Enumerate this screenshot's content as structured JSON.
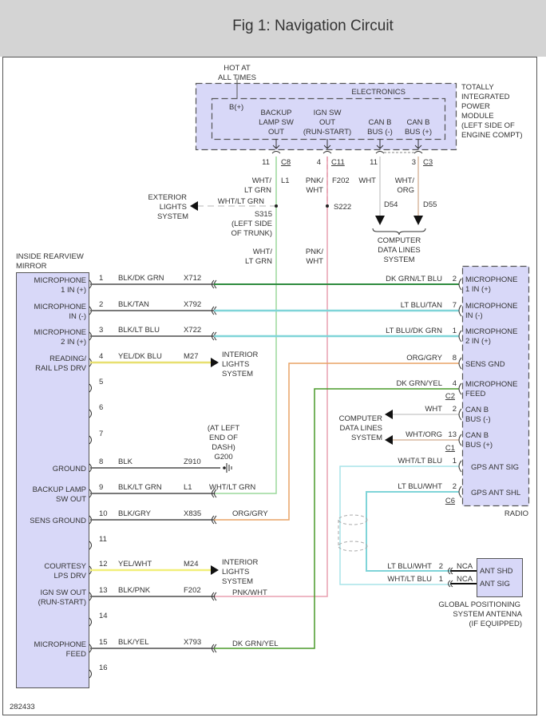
{
  "header": {
    "title": "Fig 1: Navigation Circuit"
  },
  "figure_id": "282433",
  "tipm": {
    "label_lines": [
      "TOTALLY",
      "INTEGRATED",
      "POWER",
      "MODULE",
      "(LEFT SIDE OF",
      "ENGINE COMPT)"
    ],
    "inner_label": "ELECTRONICS",
    "hot_label": [
      "HOT AT",
      "ALL TIMES"
    ],
    "pins": {
      "bplus": "B(+)",
      "backup": [
        "BACKUP",
        "LAMP SW",
        "OUT"
      ],
      "ign": [
        "IGN SW",
        "OUT",
        "(RUN-START)"
      ],
      "canb_minus": [
        "CAN B",
        "BUS (-)"
      ],
      "canb_plus": [
        "CAN B",
        "BUS (+)"
      ]
    },
    "connectors": {
      "c8_pin": "11",
      "c8": "C8",
      "c11_pin": "4",
      "c11": "C11",
      "c3_pin_a": "11",
      "c3_pin_b": "3",
      "c3": "C3"
    }
  },
  "upper_wires": {
    "l1_color": [
      "WHT/",
      "LT GRN"
    ],
    "l1_circuit": "L1",
    "f202_color": [
      "PNK/",
      "WHT"
    ],
    "f202_circuit": "F202",
    "d54_color": "WHT",
    "d54_circuit": "D54",
    "d55_color": [
      "WHT/",
      "ORG"
    ],
    "d55_circuit": "D55",
    "exterior_lights": [
      "EXTERIOR",
      "LIGHTS",
      "SYSTEM"
    ],
    "exterior_wire": "WHT/LT GRN",
    "s315": [
      "S315",
      "(LEFT SIDE",
      "OF TRUNK)"
    ],
    "s222": "S222",
    "computer_data_lines": [
      "COMPUTER",
      "DATA LINES",
      "SYSTEM"
    ],
    "l1_lower_color": [
      "WHT/",
      "LT GRN"
    ],
    "f202_lower_color": [
      "PNK/",
      "WHT"
    ]
  },
  "mirror": {
    "title": [
      "INSIDE REARVIEW",
      "MIRROR"
    ],
    "pins": [
      {
        "num": "1",
        "label": [
          "MICROPHONE",
          "1 IN (+)"
        ],
        "wire": "BLK/DK GRN",
        "circuit": "X712"
      },
      {
        "num": "2",
        "label": [
          "MICROPHONE",
          "IN (-)"
        ],
        "wire": "BLK/TAN",
        "circuit": "X792"
      },
      {
        "num": "3",
        "label": [
          "MICROPHONE",
          "2 IN (+)"
        ],
        "wire": "BLK/LT BLU",
        "circuit": "X722"
      },
      {
        "num": "4",
        "label": [
          "READING/",
          "RAIL LPS DRV"
        ],
        "wire": "YEL/DK BLU",
        "circuit": "M27"
      },
      {
        "num": "5",
        "label": [],
        "wire": "",
        "circuit": ""
      },
      {
        "num": "6",
        "label": [],
        "wire": "",
        "circuit": ""
      },
      {
        "num": "7",
        "label": [],
        "wire": "",
        "circuit": ""
      },
      {
        "num": "8",
        "label": [
          "GROUND"
        ],
        "wire": "BLK",
        "circuit": "Z910"
      },
      {
        "num": "9",
        "label": [
          "BACKUP LAMP",
          "SW OUT"
        ],
        "wire": "BLK/LT GRN",
        "circuit": "L1"
      },
      {
        "num": "10",
        "label": [
          "SENS GROUND"
        ],
        "wire": "BLK/GRY",
        "circuit": "X835"
      },
      {
        "num": "11",
        "label": [],
        "wire": "",
        "circuit": ""
      },
      {
        "num": "12",
        "label": [
          "COURTESY",
          "LPS DRV"
        ],
        "wire": "YEL/WHT",
        "circuit": "M24"
      },
      {
        "num": "13",
        "label": [
          "IGN SW OUT",
          "(RUN-START)"
        ],
        "wire": "BLK/PNK",
        "circuit": "F202"
      },
      {
        "num": "14",
        "label": [],
        "wire": "",
        "circuit": ""
      },
      {
        "num": "15",
        "label": [
          "MICROPHONE",
          "FEED"
        ],
        "wire": "BLK/YEL",
        "circuit": "X793"
      },
      {
        "num": "16",
        "label": [],
        "wire": "",
        "circuit": ""
      }
    ]
  },
  "mirror_side": {
    "interior_lights_1": [
      "INTERIOR",
      "LIGHTS",
      "SYSTEM"
    ],
    "interior_lights_2": [
      "INTERIOR",
      "LIGHTS",
      "SYSTEM"
    ],
    "ground_location": [
      "(AT LEFT",
      "END OF",
      "DASH)",
      "G200"
    ],
    "pin9_far_wire": "WHT/LT GRN",
    "pin10_far_wire": "ORG/GRY",
    "pin13_far_wire": "PNK/WHT",
    "pin15_far_wire": "DK GRN/YEL"
  },
  "radio": {
    "title": "RADIO",
    "pins": [
      {
        "num": "2",
        "label": [
          "MICROPHONE",
          "1 IN (+)"
        ],
        "wire": "DK GRN/LT BLU"
      },
      {
        "num": "7",
        "label": [
          "MICROPHONE",
          "IN (-)"
        ],
        "wire": "LT BLU/TAN"
      },
      {
        "num": "1",
        "label": [
          "MICROPHONE",
          "2 IN (+)"
        ],
        "wire": "LT BLU/DK GRN"
      },
      {
        "num": "8",
        "label": [
          "SENS GND"
        ],
        "wire": "ORG/GRY"
      },
      {
        "num": "4",
        "label": [
          "MICROPHONE",
          "FEED"
        ],
        "wire": "DK GRN/YEL"
      },
      {
        "num": "2",
        "label": [
          "CAN B",
          "BUS (-)"
        ],
        "wire": "WHT"
      },
      {
        "num": "13",
        "label": [
          "CAN B",
          "BUS (+)"
        ],
        "wire": "WHT/ORG"
      },
      {
        "num": "1",
        "label": [
          "GPS ANT SIG"
        ],
        "wire": "WHT/LT BLU"
      },
      {
        "num": "2",
        "label": [
          "GPS ANT SHL"
        ],
        "wire": "LT BLU/WHT"
      }
    ],
    "connectors": {
      "c2": "C2",
      "c1": "C1",
      "c6": "C6"
    },
    "computer_data_lines": [
      "COMPUTER",
      "DATA LINES",
      "SYSTEM"
    ]
  },
  "gps": {
    "title": [
      "GLOBAL POSITIONING",
      "SYSTEM ANTENNA",
      "(IF EQUIPPED)"
    ],
    "pins": [
      {
        "num": "2",
        "label": "ANT SHD",
        "wire": "LT BLU/WHT",
        "conn": "NCA"
      },
      {
        "num": "1",
        "label": "ANT SIG",
        "wire": "WHT/LT BLU",
        "conn": "NCA"
      }
    ]
  },
  "colors": {
    "module_fill": "#d8d8f8",
    "module_border": "#555555",
    "wire_gray": "#666666",
    "wire_dk_grn": "#2e8b3e",
    "wire_lt_blu": "#7fd4d8",
    "wire_yel": "#f2ef7a",
    "wire_org": "#e8a466",
    "wire_pnk": "#e8a0b0",
    "wire_lt_grn": "#9cd89c",
    "wire_wht": "#cfcfcf",
    "wire_wht_org": "#d8b8a0",
    "dk_grn_yel": "#4a9a2a"
  }
}
